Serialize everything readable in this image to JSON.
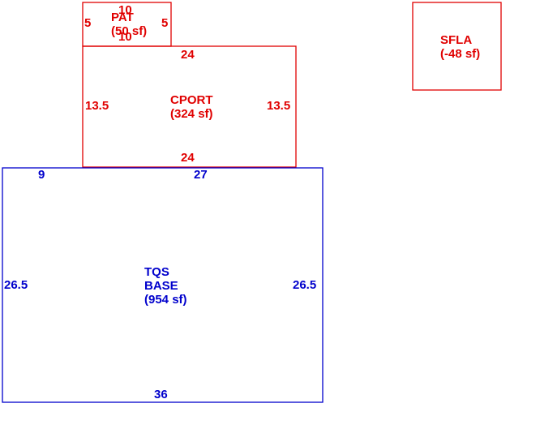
{
  "areas": {
    "pat": {
      "name": "PAT",
      "area": "(50 sf)",
      "dims": {
        "top": "10",
        "bottom": "10",
        "left": "5",
        "right": "5"
      }
    },
    "cport": {
      "name": "CPORT",
      "area": "(324 sf)",
      "dims": {
        "top": "24",
        "bottom": "24",
        "left": "13.5",
        "right": "13.5"
      }
    },
    "sfla": {
      "name": "SFLA",
      "area": "(-48 sf)"
    },
    "base": {
      "name_line1": "TQS",
      "name_line2": "BASE",
      "area": "(954 sf)",
      "dims": {
        "top_left": "9",
        "top": "27",
        "bottom": "36",
        "left": "26.5",
        "right": "26.5"
      }
    }
  },
  "colors": {
    "red": "#e00000",
    "blue": "#0000cc"
  }
}
